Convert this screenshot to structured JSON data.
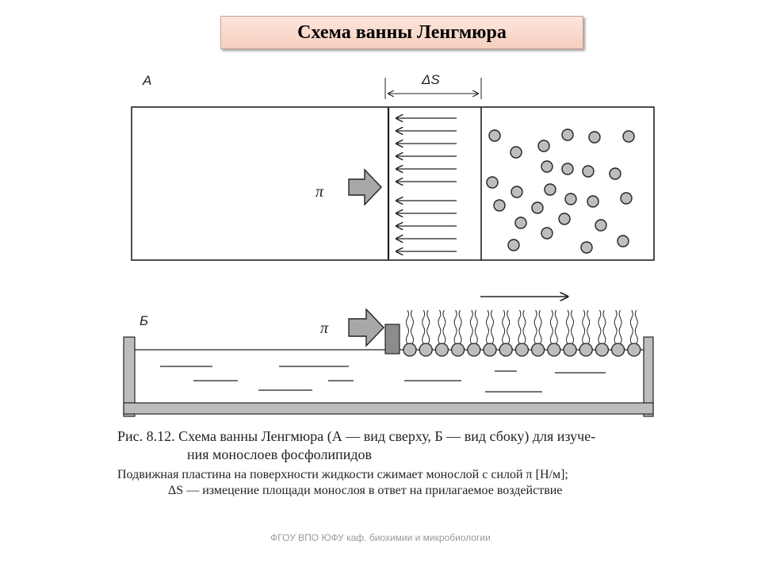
{
  "slide": {
    "title": "Схема ванны Ленгмюра",
    "footer": "ФГОУ ВПО ЮФУ  каф. биохимии и микробиологии"
  },
  "diagram": {
    "view_a": {
      "label": "А",
      "delta_label": "ΔS",
      "pressure_label": "π"
    },
    "view_b": {
      "label": "Б",
      "pressure_label": "π"
    }
  },
  "caption": {
    "line1": "Рис. 8.12. Схема ванны Ленгмюра (А — вид сверху, Б — вид сбоку) для изуче-",
    "line2": "ния монослоев фосфолипидов"
  },
  "note": {
    "line1": "Подвижная пластина на поверхности жидкости сжимает монослой с силой π [Н/м];",
    "line2": "ΔS — измецение площади монослоя в ответ на прилагаемое воздействие"
  },
  "colors": {
    "ink": "#222222",
    "title_bg": "#f9d9cc",
    "footer_text": "#9a9a9a"
  }
}
